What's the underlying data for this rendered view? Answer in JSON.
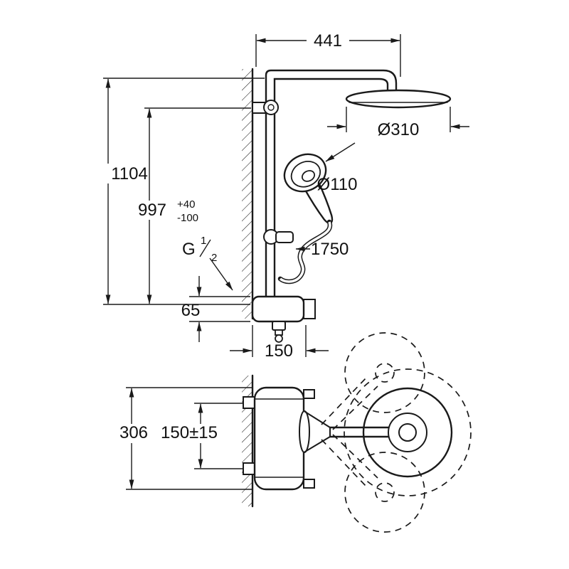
{
  "meta": {
    "type": "technical-dimension-drawing",
    "subject": "shower-system-with-thermostat",
    "background_color": "#ffffff",
    "line_color": "#1a1a1a"
  },
  "dimensions": {
    "top_offset_width": "441",
    "head_shower_diameter": "Ø310",
    "hand_shower_diameter": "Ø110",
    "total_height": "1104",
    "rail_height_value": "997",
    "rail_height_tolerance_plus": "+40",
    "rail_height_tolerance_minus": "-100",
    "thread_letter": "G",
    "thread_numerator": "1",
    "thread_denominator": "2",
    "hose_length": "1750",
    "mixer_body_height": "65",
    "mixer_body_width": "150",
    "mixer_plan_height": "306",
    "supply_connection_spacing": "150±15"
  }
}
